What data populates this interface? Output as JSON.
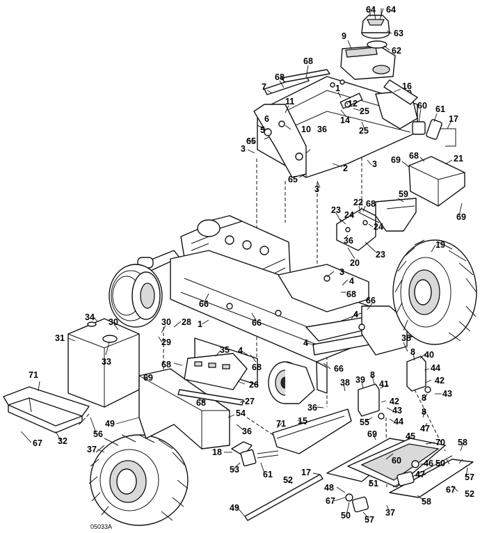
{
  "figure_id": "05033A",
  "callouts": [
    {
      "id": "c64a",
      "text": "64"
    },
    {
      "id": "c64b",
      "text": "64"
    },
    {
      "id": "c63",
      "text": "63"
    },
    {
      "id": "c9",
      "text": "9"
    },
    {
      "id": "c62",
      "text": "62"
    },
    {
      "id": "c68a",
      "text": "68"
    },
    {
      "id": "c68b",
      "text": "68"
    },
    {
      "id": "c7",
      "text": "7"
    },
    {
      "id": "c16",
      "text": "16"
    },
    {
      "id": "c1a",
      "text": "1"
    },
    {
      "id": "c11",
      "text": "11"
    },
    {
      "id": "c12",
      "text": "12"
    },
    {
      "id": "c6",
      "text": "6"
    },
    {
      "id": "c10",
      "text": "10"
    },
    {
      "id": "c36a",
      "text": "36"
    },
    {
      "id": "c14",
      "text": "14"
    },
    {
      "id": "c5",
      "text": "5"
    },
    {
      "id": "c60a",
      "text": "60"
    },
    {
      "id": "c61a",
      "text": "61"
    },
    {
      "id": "c17a",
      "text": "17"
    },
    {
      "id": "c25a",
      "text": "25"
    },
    {
      "id": "c65a",
      "text": "65"
    },
    {
      "id": "c3a",
      "text": "3"
    },
    {
      "id": "c25b",
      "text": "25"
    },
    {
      "id": "c2",
      "text": "2"
    },
    {
      "id": "c3b",
      "text": "3"
    },
    {
      "id": "c65b",
      "text": "65"
    },
    {
      "id": "c3c",
      "text": "3"
    },
    {
      "id": "c69a",
      "text": "69"
    },
    {
      "id": "c68c",
      "text": "68"
    },
    {
      "id": "c21",
      "text": "21"
    },
    {
      "id": "c59",
      "text": "59"
    },
    {
      "id": "c22",
      "text": "22"
    },
    {
      "id": "c68d",
      "text": "68"
    },
    {
      "id": "c69b",
      "text": "69"
    },
    {
      "id": "c23a",
      "text": "23"
    },
    {
      "id": "c24a",
      "text": "24"
    },
    {
      "id": "c24b",
      "text": "24"
    },
    {
      "id": "c36b",
      "text": "36"
    },
    {
      "id": "c23b",
      "text": "23"
    },
    {
      "id": "c19",
      "text": "19"
    },
    {
      "id": "c20",
      "text": "20"
    },
    {
      "id": "c3d",
      "text": "3"
    },
    {
      "id": "c4a",
      "text": "4"
    },
    {
      "id": "c68e",
      "text": "68"
    },
    {
      "id": "c66a",
      "text": "66"
    },
    {
      "id": "c66b",
      "text": "66"
    },
    {
      "id": "c66c",
      "text": "66"
    },
    {
      "id": "c4b",
      "text": "4"
    },
    {
      "id": "c1b",
      "text": "1"
    },
    {
      "id": "c34",
      "text": "34"
    },
    {
      "id": "c30a",
      "text": "30"
    },
    {
      "id": "c30b",
      "text": "30"
    },
    {
      "id": "c28",
      "text": "28"
    },
    {
      "id": "c29",
      "text": "29"
    },
    {
      "id": "c31",
      "text": "31"
    },
    {
      "id": "c33",
      "text": "33"
    },
    {
      "id": "c4c",
      "text": "4"
    },
    {
      "id": "c35",
      "text": "35"
    },
    {
      "id": "c4d",
      "text": "4"
    },
    {
      "id": "c38a",
      "text": "38"
    },
    {
      "id": "c8a",
      "text": "8"
    },
    {
      "id": "c40",
      "text": "40"
    },
    {
      "id": "c44a",
      "text": "44"
    },
    {
      "id": "c68f",
      "text": "68"
    },
    {
      "id": "c68g",
      "text": "68"
    },
    {
      "id": "c66d",
      "text": "66"
    },
    {
      "id": "c69c",
      "text": "69"
    },
    {
      "id": "c26",
      "text": "26"
    },
    {
      "id": "c38b",
      "text": "38"
    },
    {
      "id": "c39",
      "text": "39"
    },
    {
      "id": "c8b",
      "text": "8"
    },
    {
      "id": "c41",
      "text": "41"
    },
    {
      "id": "c42a",
      "text": "42"
    },
    {
      "id": "c71a",
      "text": "71"
    },
    {
      "id": "c27",
      "text": "27"
    },
    {
      "id": "c68h",
      "text": "68"
    },
    {
      "id": "c42b",
      "text": "42"
    },
    {
      "id": "c8c",
      "text": "8"
    },
    {
      "id": "c43a",
      "text": "43"
    },
    {
      "id": "c36c",
      "text": "36"
    },
    {
      "id": "c54",
      "text": "54"
    },
    {
      "id": "c43b",
      "text": "43"
    },
    {
      "id": "c8d",
      "text": "8"
    },
    {
      "id": "c49a",
      "text": "49"
    },
    {
      "id": "c15",
      "text": "15"
    },
    {
      "id": "c55",
      "text": "55"
    },
    {
      "id": "c44b",
      "text": "44"
    },
    {
      "id": "c47a",
      "text": "47"
    },
    {
      "id": "c56",
      "text": "56"
    },
    {
      "id": "c71b",
      "text": "71"
    },
    {
      "id": "c36d",
      "text": "36"
    },
    {
      "id": "c69d",
      "text": "69"
    },
    {
      "id": "c45",
      "text": "45"
    },
    {
      "id": "c67a",
      "text": "67"
    },
    {
      "id": "c32",
      "text": "32"
    },
    {
      "id": "c70",
      "text": "70"
    },
    {
      "id": "c58a",
      "text": "58"
    },
    {
      "id": "c37a",
      "text": "37"
    },
    {
      "id": "c18",
      "text": "18"
    },
    {
      "id": "c60b",
      "text": "60"
    },
    {
      "id": "c46",
      "text": "46"
    },
    {
      "id": "c50a",
      "text": "50"
    },
    {
      "id": "c53",
      "text": "53"
    },
    {
      "id": "c61b",
      "text": "61"
    },
    {
      "id": "c17b",
      "text": "17"
    },
    {
      "id": "c47b",
      "text": "47"
    },
    {
      "id": "c57a",
      "text": "57"
    },
    {
      "id": "c52a",
      "text": "52"
    },
    {
      "id": "c48",
      "text": "48"
    },
    {
      "id": "c67b",
      "text": "67"
    },
    {
      "id": "c51",
      "text": "51"
    },
    {
      "id": "c67c",
      "text": "67"
    },
    {
      "id": "c58b",
      "text": "58"
    },
    {
      "id": "c52b",
      "text": "52"
    },
    {
      "id": "c37b",
      "text": "37"
    },
    {
      "id": "c49b",
      "text": "49"
    },
    {
      "id": "c50b",
      "text": "50"
    },
    {
      "id": "c57b",
      "text": "57"
    }
  ]
}
